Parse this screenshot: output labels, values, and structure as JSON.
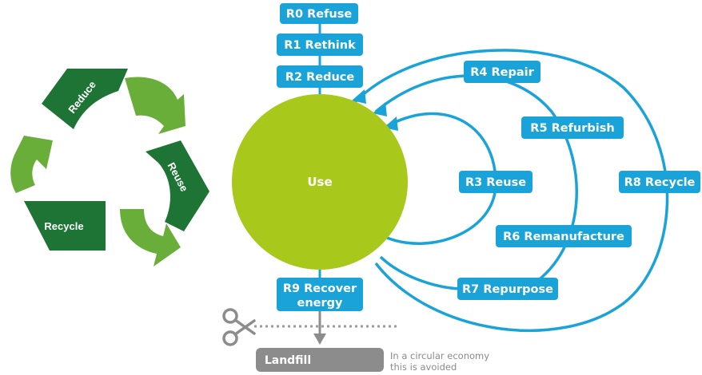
{
  "colors": {
    "box_fill": "#1aa3d9",
    "loop_stroke": "#1aa3d9",
    "use_circle": "#a8c81b",
    "logo_dark": "#1e7434",
    "logo_light": "#6aae3a",
    "landfill_box": "#8c8c8c",
    "arrow_gray": "#8c8c8c",
    "note_text": "#8a8a8a"
  },
  "logo": {
    "icon": "recycle-icon",
    "labels": {
      "reduce": "Reduce",
      "reuse": "Reuse",
      "recycle": "Recycle"
    }
  },
  "diagram": {
    "use_label": "Use",
    "stack": {
      "r0": "R0 Refuse",
      "r1": "R1 Rethink",
      "r2": "R2 Reduce"
    },
    "loops": {
      "r3": "R3 Reuse",
      "r4": "R4 Repair",
      "r5": "R5 Refurbish",
      "r6": "R6 Remanufacture",
      "r7": "R7 Repurpose",
      "r8": "R8 Recycle"
    },
    "r9": {
      "line1": "R9 Recover",
      "line2": "energy"
    },
    "landfill": "Landfill",
    "note": {
      "line1": "In a circular economy",
      "line2": "this is avoided"
    },
    "cut_icon": "scissors-icon"
  }
}
